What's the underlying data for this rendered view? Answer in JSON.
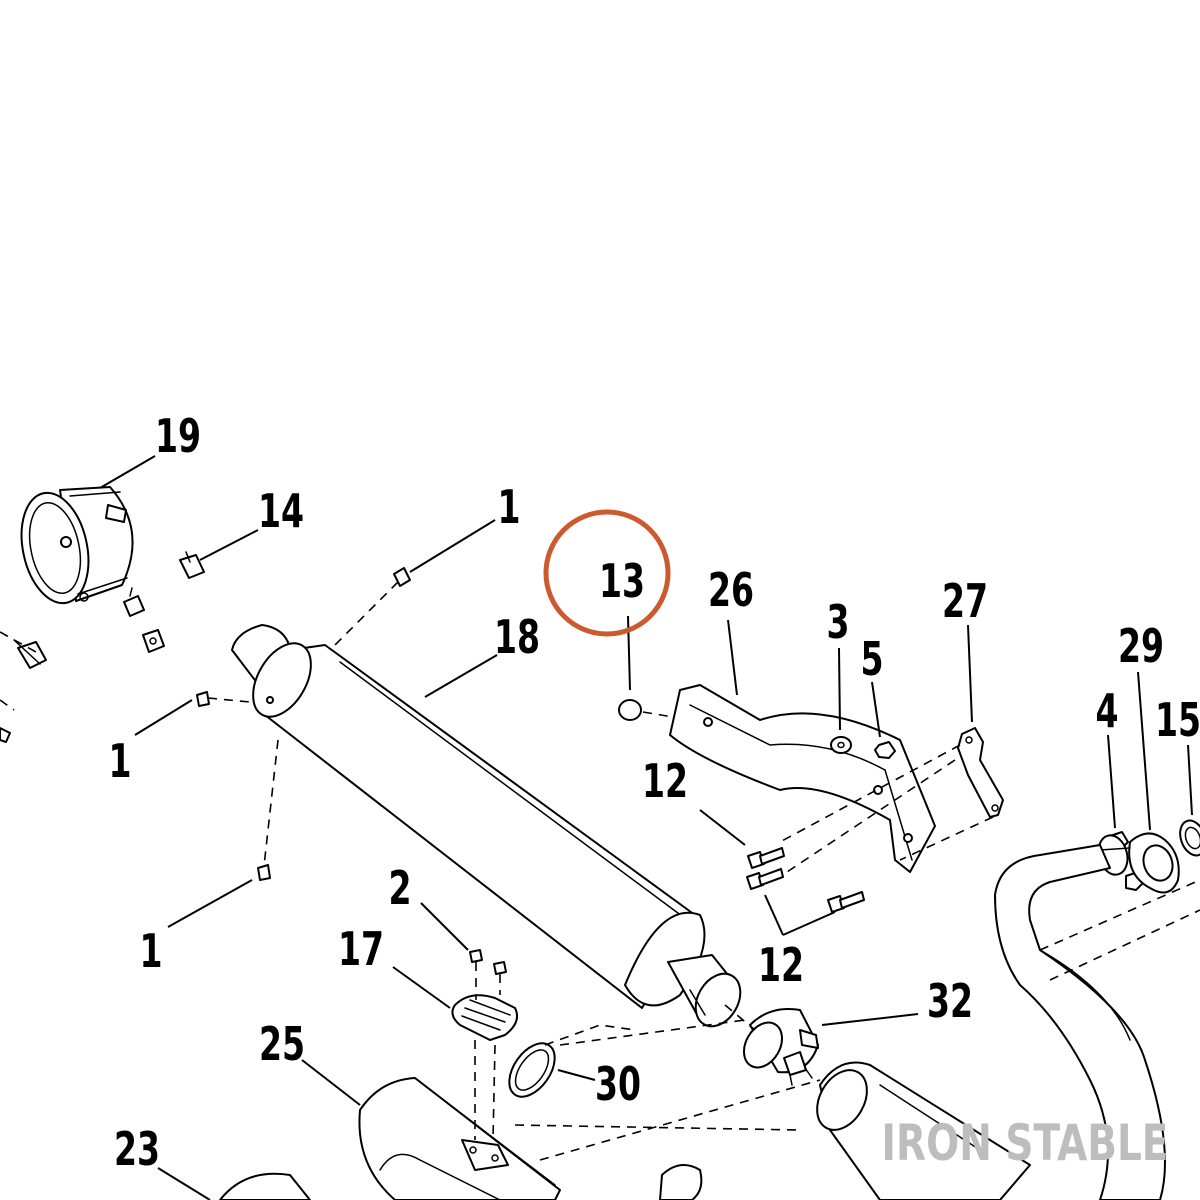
{
  "diagram": {
    "callouts": [
      {
        "id": "c19",
        "label": "19"
      },
      {
        "id": "c14",
        "label": "14"
      },
      {
        "id": "c1a",
        "label": "1"
      },
      {
        "id": "c13",
        "label": "13"
      },
      {
        "id": "c26",
        "label": "26"
      },
      {
        "id": "c3",
        "label": "3"
      },
      {
        "id": "c5",
        "label": "5"
      },
      {
        "id": "c27",
        "label": "27"
      },
      {
        "id": "c29",
        "label": "29"
      },
      {
        "id": "c4",
        "label": "4"
      },
      {
        "id": "c15",
        "label": "15"
      },
      {
        "id": "c18",
        "label": "18"
      },
      {
        "id": "c1b",
        "label": "1"
      },
      {
        "id": "c12a",
        "label": "12"
      },
      {
        "id": "c1c",
        "label": "1"
      },
      {
        "id": "c2",
        "label": "2"
      },
      {
        "id": "c17",
        "label": "17"
      },
      {
        "id": "c12b",
        "label": "12"
      },
      {
        "id": "c32",
        "label": "32"
      },
      {
        "id": "c25",
        "label": "25"
      },
      {
        "id": "c30",
        "label": "30"
      },
      {
        "id": "c23",
        "label": "23"
      }
    ],
    "highlighted_part": "13",
    "highlight_color": "#cc5a2e",
    "watermark": "IRON STABLE"
  }
}
